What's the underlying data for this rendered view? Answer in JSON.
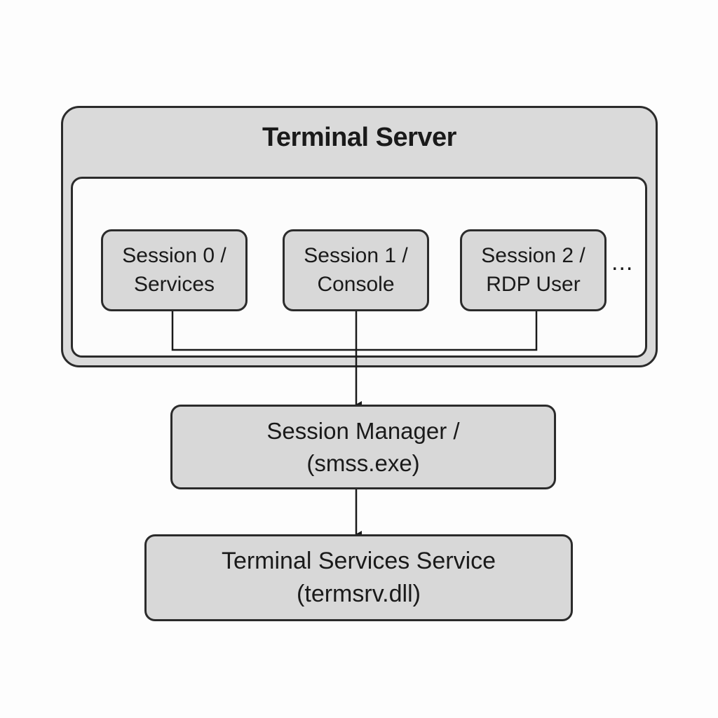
{
  "server": {
    "title": "Terminal Server"
  },
  "sessions": [
    {
      "line1": "Session 0 /",
      "line2": "Services"
    },
    {
      "line1": "Session 1 /",
      "line2": "Console"
    },
    {
      "line1": "Session 2 /",
      "line2": "RDP User"
    }
  ],
  "ellipsis": "...",
  "session_manager": {
    "line1": "Session Manager /",
    "line2": "(smss.exe)"
  },
  "terminal_services": {
    "line1": "Terminal Services Service",
    "line2": "(termsrv.dll)"
  }
}
